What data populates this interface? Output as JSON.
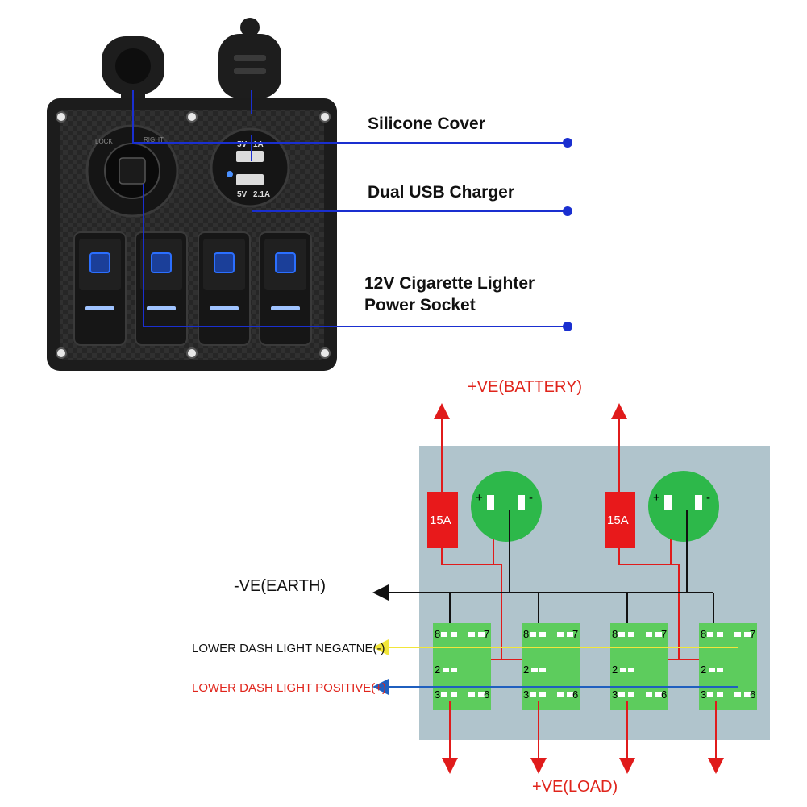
{
  "panel": {
    "callouts": [
      {
        "lines": [
          "Silicone Cover"
        ]
      },
      {
        "lines": [
          "Dual USB Charger"
        ]
      },
      {
        "lines": [
          "12V Cigarette Lighter",
          "Power Socket"
        ]
      }
    ],
    "usb_labels": {
      "top_left": "5V",
      "top_right": "1A",
      "bottom_left": "5V",
      "bottom_right": "2.1A"
    },
    "socket_labels": {
      "lock": "LOCK",
      "right": "RIGHT"
    },
    "switch_count": 4,
    "colors": {
      "callout_line": "#1a2fd0",
      "panel": "#2a2a2a",
      "switch_led": "#2b6fff"
    }
  },
  "wiring": {
    "labels": {
      "battery": "+VE(BATTERY)",
      "earth": "-VE(EARTH)",
      "dash_negative": "LOWER DASH LIGHT NEGATNE(-)",
      "dash_positive": "LOWER DASH LIGHT POSITIVE(+)",
      "load": "+VE(LOAD)"
    },
    "fuses": [
      {
        "label": "15A"
      },
      {
        "label": "15A"
      }
    ],
    "sockets": [
      {
        "plus": "+",
        "minus": "-"
      },
      {
        "plus": "+",
        "minus": "-"
      }
    ],
    "switch_count": 4,
    "pins": {
      "top_left": "8",
      "top_right": "7",
      "mid_left": "2",
      "bottom_left": "3",
      "bottom_right": "6"
    },
    "colors": {
      "board": "#b0c4cc",
      "fuse": "#e8191b",
      "socket": "#2db84a",
      "switch": "#5dcc5d",
      "positive_wire": "#e01b1b",
      "earth_wire": "#111111",
      "dash_negative_wire": "#f2e63a",
      "dash_positive_wire": "#1f5fbf",
      "label_red": "#e0241b",
      "label_black": "#111111"
    }
  }
}
